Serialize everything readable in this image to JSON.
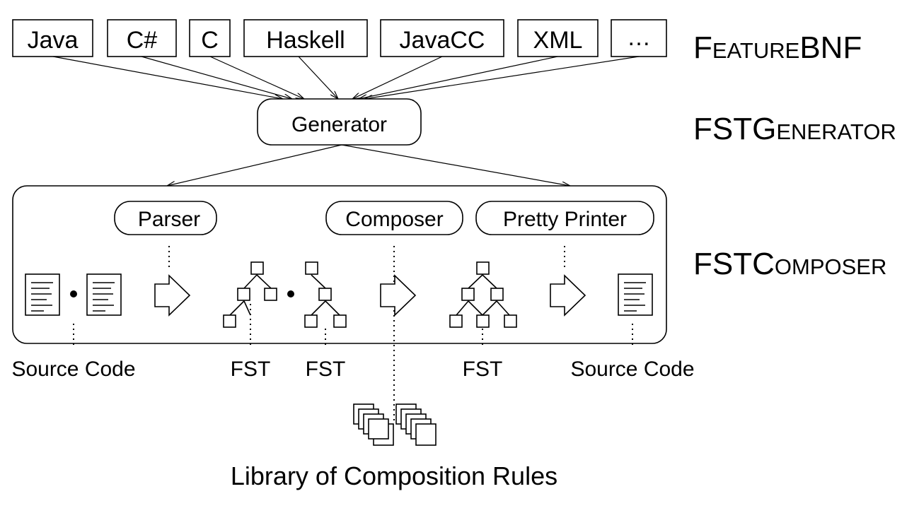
{
  "languages": [
    "Java",
    "C#",
    "C",
    "Haskell",
    "JavaCC",
    "XML",
    "…"
  ],
  "tiers": {
    "featurebnf": "FeatureBNF",
    "fstgenerator": "FSTGenerator",
    "fstcomposer": "FSTComposer"
  },
  "generator": "Generator",
  "components": {
    "parser": "Parser",
    "composer": "Composer",
    "pretty_printer": "Pretty Printer"
  },
  "artifacts": {
    "source_code_in": "Source Code",
    "fst_1": "FST",
    "fst_2": "FST",
    "fst_out": "FST",
    "source_code_out": "Source Code"
  },
  "library": "Library of Composition Rules"
}
